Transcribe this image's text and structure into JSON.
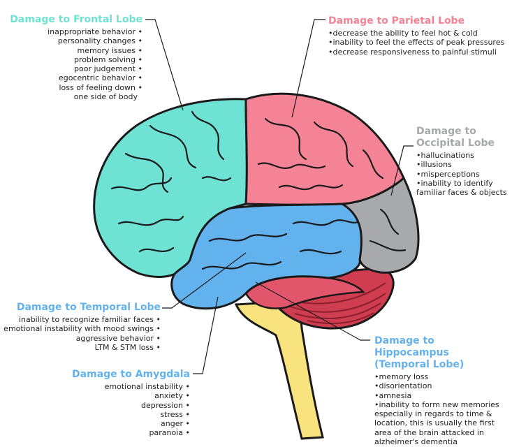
{
  "colors": {
    "frontal": "#6fe3d3",
    "parietal": "#f48495",
    "occipital": "#a7a9ac",
    "temporal": "#62b2ee",
    "hippocampus": "#e2566b",
    "cerebellum": "#cf3d50",
    "brainstem": "#f9e37f",
    "outline": "#1a1a1a"
  },
  "frontal": {
    "title": "Damage to Frontal Lobe",
    "items": [
      "inappropriate behavior",
      "personality changes",
      "memory issues",
      "problem solving",
      "poor judgement",
      "egocentric behavior",
      "loss of feeling down",
      "one side of body"
    ]
  },
  "parietal": {
    "title": "Damage to Parietal Lobe",
    "items": [
      "decrease the ability to feel hot & cold",
      "inability to feel the effects of peak pressures",
      "decrease responsiveness to painful stimuli"
    ]
  },
  "occipital": {
    "title_line1": "Damage to",
    "title_line2": "Occipital Lobe",
    "items": [
      "hallucinations",
      "illusions",
      "misperceptions",
      "inability to identify"
    ],
    "item_cont": "familiar faces & objects"
  },
  "temporal": {
    "title": "Damage to Temporal Lobe",
    "items": [
      "inability to recognize familiar faces",
      "emotional instability with mood swings",
      "aggressive behavior",
      "LTM & STM loss"
    ]
  },
  "amygdala": {
    "title": "Damage to Amygdala",
    "items": [
      "emotional instability",
      "anxiety",
      "depression",
      "stress",
      "anger",
      "paranoia"
    ]
  },
  "hippocampus": {
    "title_line1": "Damage to Hippocampus",
    "title_line2": "(Temporal Lobe)",
    "items": [
      "memory loss",
      "disorientation",
      "amnesia",
      "inability to form new memories"
    ],
    "item_cont": [
      "especially in regards to time &",
      "location, this is usually the first",
      "area of the brain attacked in",
      "alzheimer's dementia"
    ]
  }
}
